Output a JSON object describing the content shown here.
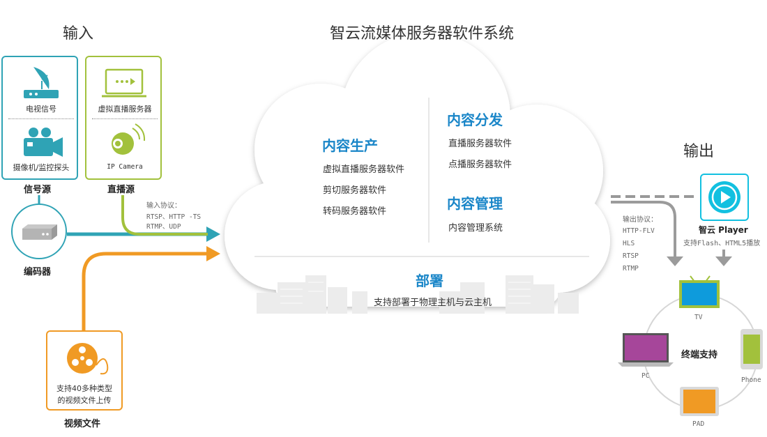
{
  "titles": {
    "input": "输入",
    "system": "智云流媒体服务器软件系统",
    "output": "输出"
  },
  "signal_box": {
    "item1": "电视信号",
    "item2": "摄像机/监控探头",
    "label": "信号源"
  },
  "live_box": {
    "item1": "虚拟直播服务器",
    "item2": "IP Camera",
    "label": "直播源"
  },
  "encoder": {
    "label": "编码器"
  },
  "input_protocol": {
    "title": "输入协议：",
    "line1": "RTSP、HTTP -TS",
    "line2": "RTMP、UDP"
  },
  "video_file": {
    "text1": "支持40多种类型",
    "text2": "的视频文件上传",
    "label": "视频文件"
  },
  "cloud": {
    "production": {
      "title": "内容生产",
      "items": [
        "虚拟直播服务器软件",
        "剪切服务器软件",
        "转码服务器软件"
      ]
    },
    "distribution": {
      "title": "内容分发",
      "items": [
        "直播服务器软件",
        "点播服务器软件"
      ]
    },
    "management": {
      "title": "内容管理",
      "items": [
        "内容管理系统"
      ]
    },
    "deploy": {
      "title": "部署",
      "desc": "支持部署于物理主机与云主机"
    }
  },
  "output_protocol": {
    "title": "输出协议：",
    "items": [
      "HTTP-FLV",
      "HLS",
      "RTSP",
      "RTMP"
    ]
  },
  "player": {
    "name": "智云 Player",
    "desc": "支持Flash、HTML5播放"
  },
  "terminals": {
    "center": "终端支持",
    "tv": "TV",
    "pc": "PC",
    "phone": "Phone",
    "pad": "PAD"
  },
  "colors": {
    "teal": "#2fa3b5",
    "green": "#a2c13c",
    "orange": "#f09a24",
    "blue": "#1a86c8",
    "cyan": "#12c0e0",
    "gray": "#9b9b9b"
  }
}
